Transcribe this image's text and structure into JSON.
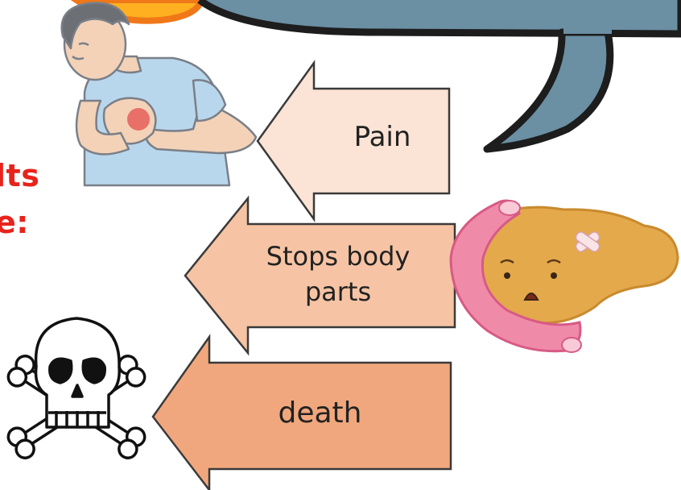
{
  "arrows": [
    {
      "label": "Pain",
      "fill": "#fbe3d5"
    },
    {
      "label": "Stops body parts",
      "fill": "#f6c4a4"
    },
    {
      "label": "death",
      "fill": "#f1a77d"
    }
  ],
  "side_text": {
    "line1": "lts",
    "line2": "e:"
  },
  "icons": [
    "chest-pain-man-icon",
    "sad-pancreas-icon",
    "skull-crossbones-icon",
    "speech-bubble-icon",
    "sun-icon"
  ],
  "colors": {
    "heading_red": "#e8231c",
    "outline": "#3a3a3a",
    "bubble": "#6b8fa3"
  }
}
